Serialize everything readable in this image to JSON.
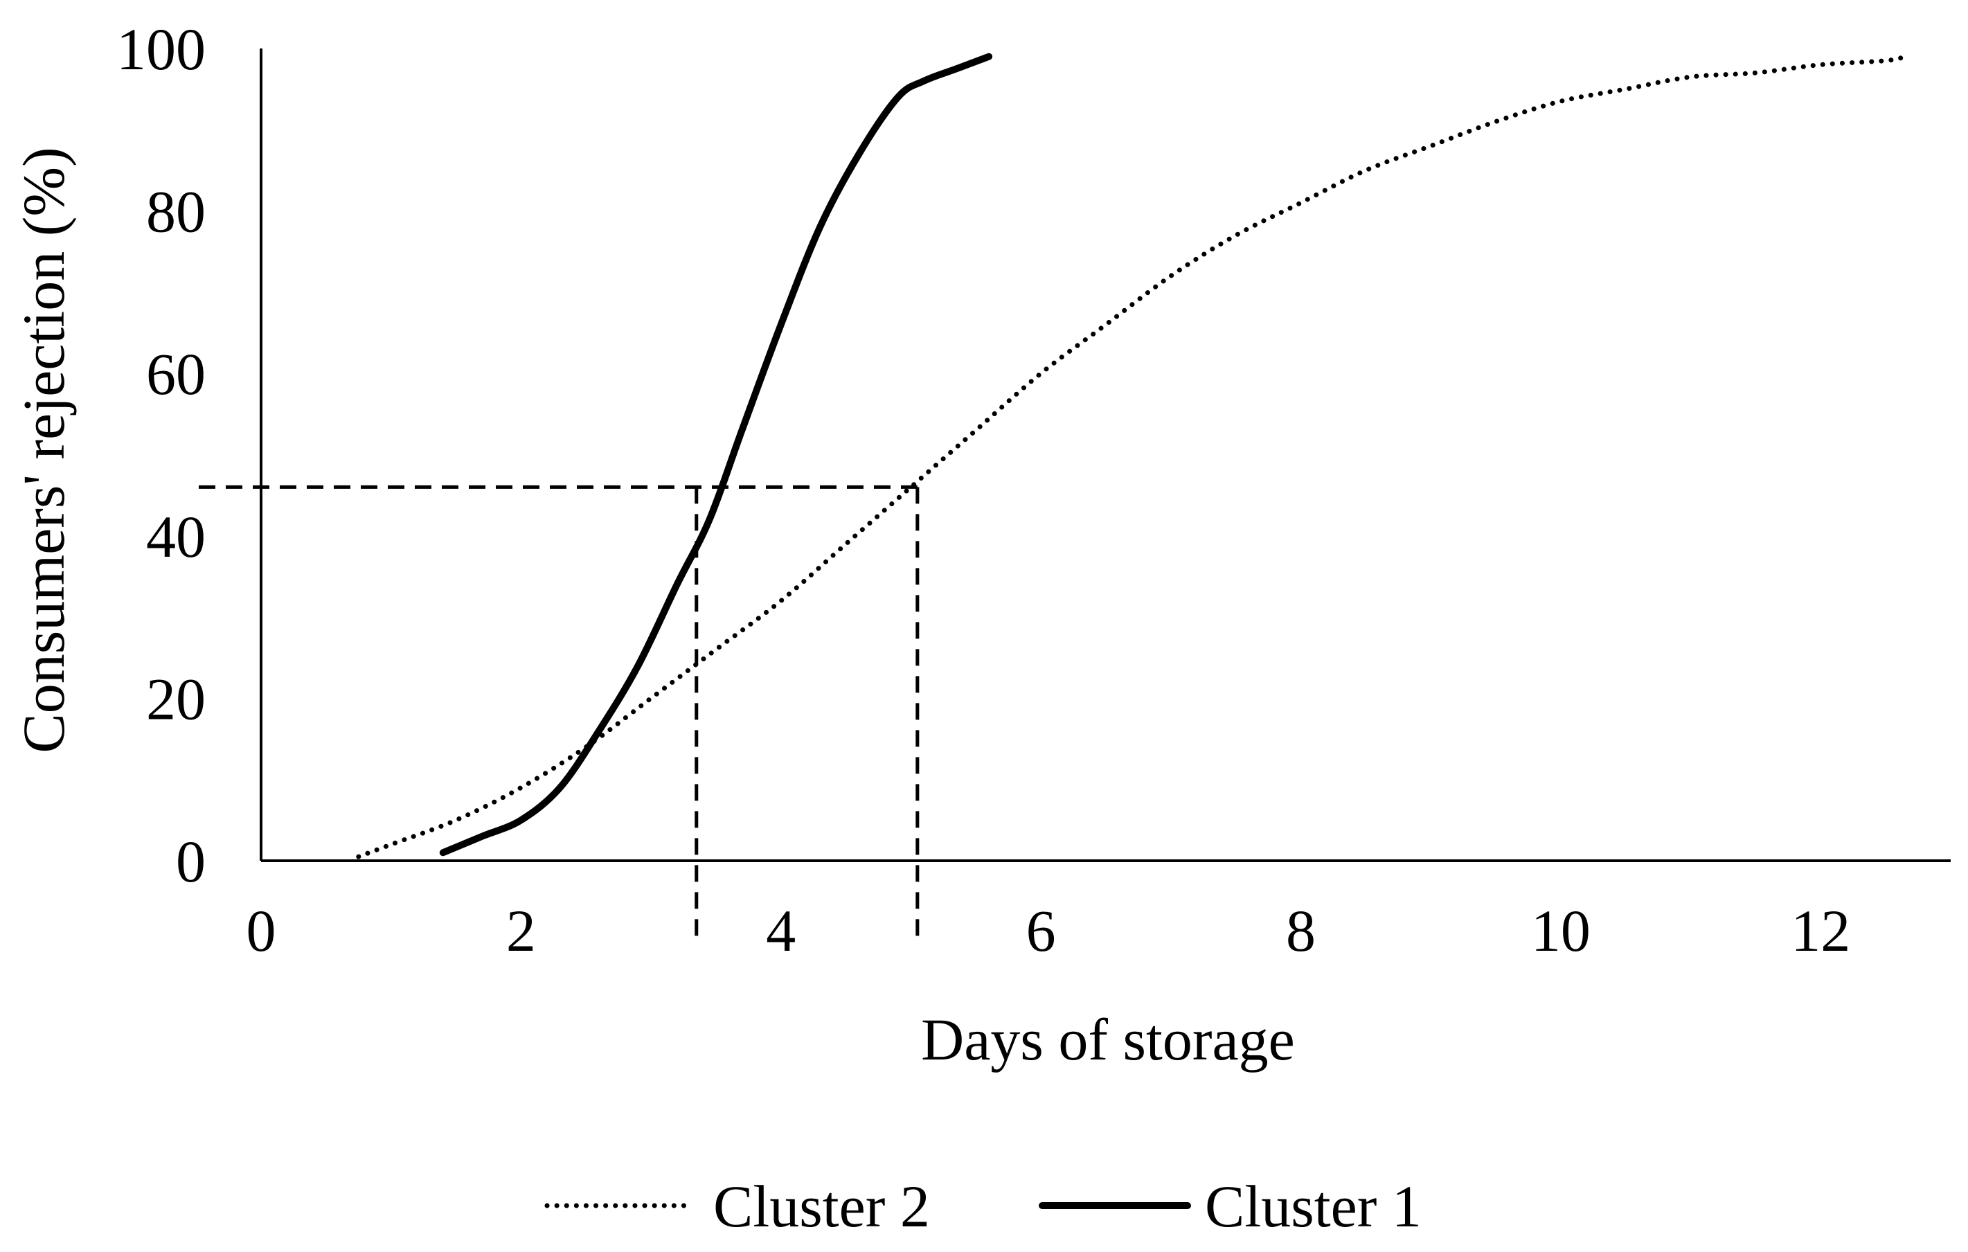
{
  "chart_data": {
    "type": "line",
    "title": "",
    "xlabel": "Days of storage",
    "ylabel": "Consumers' rejection (%)",
    "xlim": [
      0,
      13
    ],
    "ylim": [
      0,
      100
    ],
    "x_ticks": [
      0,
      2,
      4,
      6,
      8,
      10,
      12
    ],
    "y_ticks": [
      0,
      20,
      40,
      60,
      80,
      100
    ],
    "grid": false,
    "legend_position": "bottom",
    "series": [
      {
        "name": "Cluster 2",
        "style": "dotted",
        "color": "#000000",
        "x": [
          0.75,
          1.0,
          1.5,
          2.0,
          2.5,
          3.0,
          3.5,
          4.0,
          4.5,
          5.0,
          5.5,
          6.0,
          6.5,
          7.0,
          7.5,
          8.0,
          8.5,
          9.0,
          9.5,
          10.0,
          10.5,
          11.0,
          11.5,
          12.0,
          12.5,
          12.65
        ],
        "values": [
          0.5,
          2,
          5,
          9,
          14,
          20,
          26,
          32,
          39,
          46,
          53,
          60,
          66,
          72,
          77,
          81,
          85,
          88,
          91,
          93.5,
          95,
          96.5,
          97,
          98,
          98.5,
          99
        ]
      },
      {
        "name": "Cluster 1",
        "style": "solid",
        "color": "#000000",
        "x": [
          1.4,
          1.7,
          2.0,
          2.3,
          2.6,
          2.9,
          3.2,
          3.45,
          3.7,
          4.0,
          4.3,
          4.6,
          4.9,
          5.1,
          5.35,
          5.6
        ],
        "values": [
          1,
          3,
          5,
          9,
          16,
          24,
          34,
          42,
          53,
          66,
          78,
          87,
          94,
          96,
          97.5,
          99
        ]
      }
    ],
    "reference_lines": {
      "style": "dashed",
      "y": 46,
      "x": [
        3.35,
        5.05
      ]
    }
  }
}
